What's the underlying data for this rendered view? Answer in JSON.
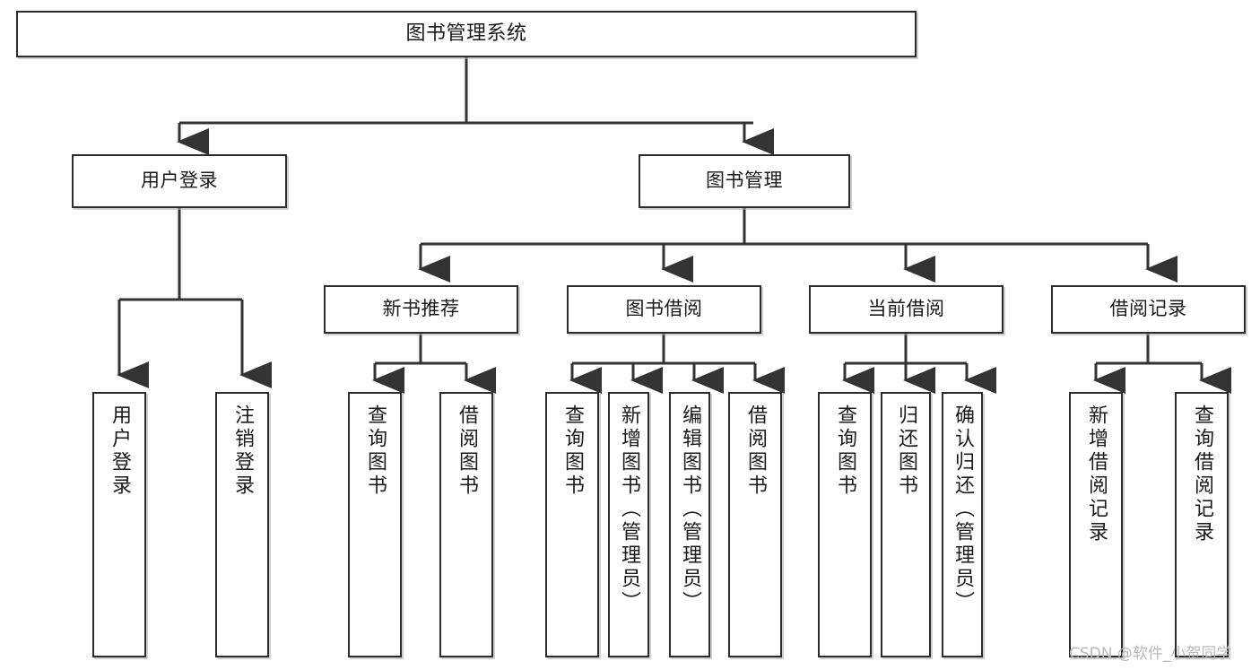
{
  "diagram": {
    "title": "图书管理系统",
    "type": "tree-hierarchy-chart",
    "root": {
      "id": "root",
      "label": "图书管理系统",
      "orientation": "horizontal"
    },
    "level2": [
      {
        "id": "user-login",
        "label": "用户登录",
        "orientation": "horizontal"
      },
      {
        "id": "book-manage",
        "label": "图书管理",
        "orientation": "horizontal"
      }
    ],
    "level3": [
      {
        "id": "new-book-recommend",
        "label": "新书推荐",
        "orientation": "horizontal",
        "parent": "book-manage"
      },
      {
        "id": "book-borrow",
        "label": "图书借阅",
        "orientation": "horizontal",
        "parent": "book-manage"
      },
      {
        "id": "current-borrow",
        "label": "当前借阅",
        "orientation": "horizontal",
        "parent": "book-manage"
      },
      {
        "id": "borrow-record",
        "label": "借阅记录",
        "orientation": "horizontal",
        "parent": "book-manage"
      }
    ],
    "leaves": [
      {
        "id": "leaf-user-login",
        "label": "用户登录",
        "parent": "user-login"
      },
      {
        "id": "leaf-logout-login",
        "label": "注销登录",
        "parent": "user-login"
      },
      {
        "id": "leaf-query-book-1",
        "label": "查询图书",
        "parent": "new-book-recommend"
      },
      {
        "id": "leaf-borrow-book-1",
        "label": "借阅图书",
        "parent": "new-book-recommend"
      },
      {
        "id": "leaf-query-book-2",
        "label": "查询图书",
        "parent": "book-borrow"
      },
      {
        "id": "leaf-add-book",
        "label": "新增图书（管理员）",
        "parent": "book-borrow"
      },
      {
        "id": "leaf-edit-book",
        "label": "编辑图书（管理员）",
        "parent": "book-borrow"
      },
      {
        "id": "leaf-borrow-book-2",
        "label": "借阅图书",
        "parent": "book-borrow"
      },
      {
        "id": "leaf-query-book-3",
        "label": "查询图书",
        "parent": "current-borrow"
      },
      {
        "id": "leaf-return-book",
        "label": "归还图书",
        "parent": "current-borrow"
      },
      {
        "id": "leaf-confirm-return",
        "label": "确认归还（管理员）",
        "parent": "current-borrow"
      },
      {
        "id": "leaf-add-record",
        "label": "新增借阅记录",
        "parent": "borrow-record"
      },
      {
        "id": "leaf-query-record",
        "label": "查询借阅记录",
        "parent": "borrow-record"
      }
    ]
  },
  "watermark": {
    "text": "CSDN @软件_小贺同学"
  },
  "colors": {
    "border": "#2b2b2b",
    "box_fill": "#ffffff",
    "edge": "#333333",
    "watermark": "#b9b9b9",
    "background": "#ffffff"
  }
}
